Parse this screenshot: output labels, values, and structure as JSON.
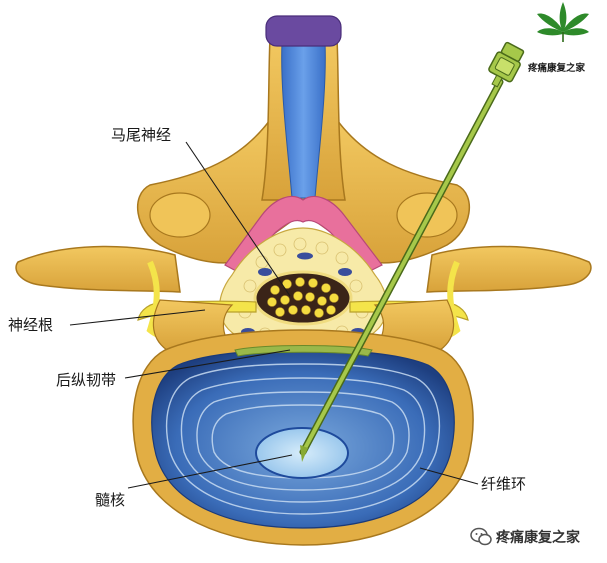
{
  "labels": {
    "cauda_equina": "马尾神经",
    "nerve_root": "神经根",
    "posterior_ligament": "后纵韧带",
    "nucleus": "髓核",
    "annulus": "纤维环"
  },
  "logo": {
    "text": "疼痛康复之家",
    "icon": "cannabis-leaf-icon"
  },
  "watermark": {
    "text": "疼痛康复之家",
    "icon": "wechat-icon"
  },
  "colors": {
    "bone": "#e8b84a",
    "bone_dark": "#b8862a",
    "spinous_blue": "#4a84d8",
    "spinous_cap": "#6a4aa0",
    "ligament_pink": "#e86a9a",
    "fat": "#f5e7a0",
    "nerve_yellow": "#f4e04a",
    "disc_blue": "#3a6cb8",
    "nucleus_blue": "#9cc8ec",
    "needle_green": "#8ab03a"
  }
}
